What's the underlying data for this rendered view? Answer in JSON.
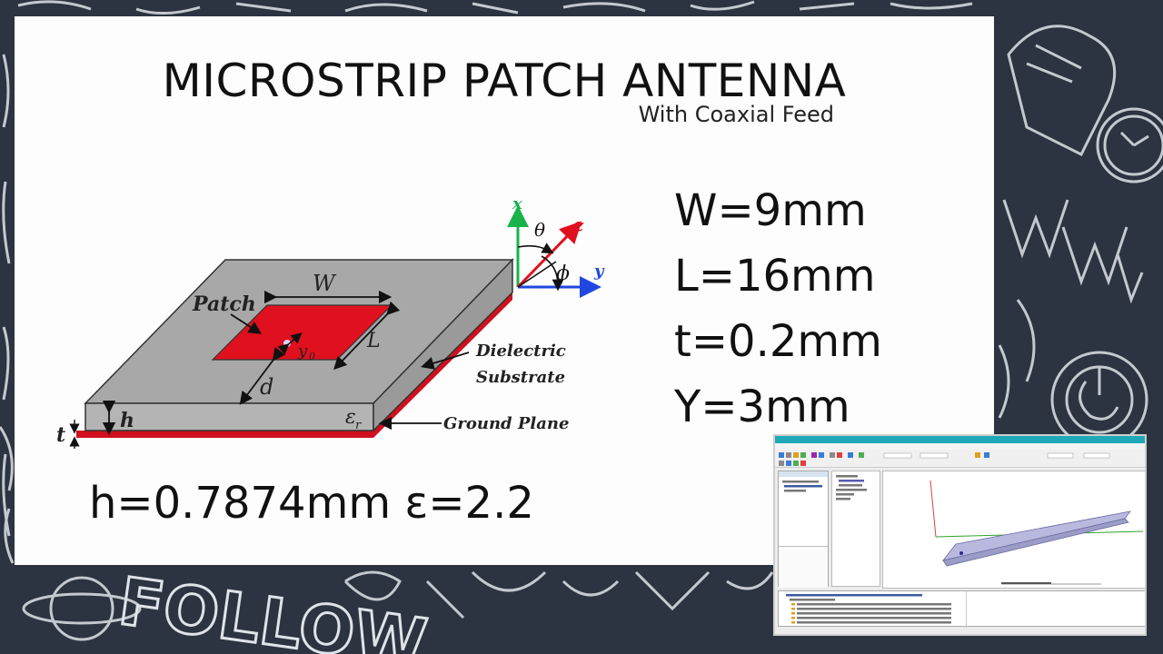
{
  "slide": {
    "title": "MICROSTRIP PATCH ANTENNA",
    "subtitle": "With Coaxial Feed"
  },
  "diagram": {
    "labels": {
      "patch": "Patch",
      "width": "W",
      "length": "L",
      "feed_offset": "y",
      "feed_offset_sub": "0",
      "distance": "d",
      "height": "h",
      "thickness": "t",
      "permittivity": "ε",
      "permittivity_sub": "r",
      "dielectric_line1": "Dielectric",
      "dielectric_line2": "Substrate",
      "ground_plane": "Ground Plane",
      "axis_x": "x",
      "axis_y": "y",
      "axis_z": "z",
      "theta": "θ",
      "phi": "ϕ"
    },
    "colors": {
      "substrate": "#a8a8a8",
      "patch": "#e0101e",
      "ground": "#d0101e",
      "axis_x": "#19b34a",
      "axis_y": "#2048e0",
      "axis_z": "#e0101e"
    }
  },
  "parameters": [
    "W=9mm",
    "L=16mm",
    "t=0.2mm",
    "Y=3mm"
  ],
  "parameter_h": "h=0.7874mm ε=2.2",
  "background": {
    "follow_text": "FOLLOW"
  }
}
